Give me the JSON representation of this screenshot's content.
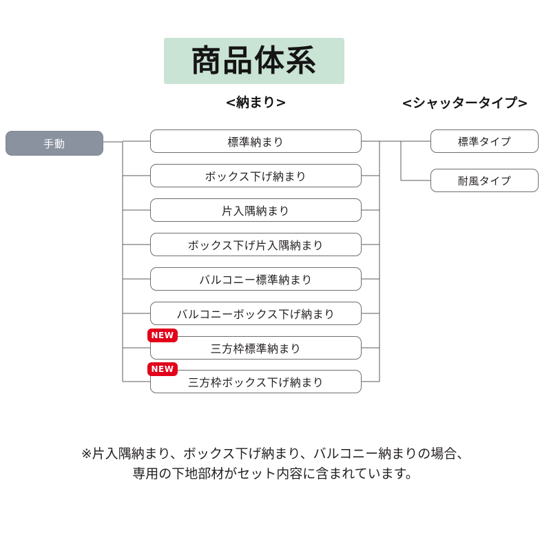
{
  "title": {
    "text": "商品体系",
    "background_color": "#c9e3d4"
  },
  "headers": {
    "osamari": "<納まり>",
    "shutter": "<シャッタータイプ>"
  },
  "root": {
    "label": "手動",
    "background_color": "#8b929f",
    "text_color": "#ffffff"
  },
  "badge": {
    "label": "NEW",
    "color": "#e2001a"
  },
  "osamari_items": [
    {
      "label": "標準納まり",
      "is_new": false
    },
    {
      "label": "ボックス下げ納まり",
      "is_new": false
    },
    {
      "label": "片入隅納まり",
      "is_new": false
    },
    {
      "label": "ボックス下げ片入隅納まり",
      "is_new": false
    },
    {
      "label": "バルコニー標準納まり",
      "is_new": false
    },
    {
      "label": "バルコニーボックス下げ納まり",
      "is_new": false
    },
    {
      "label": "三方枠標準納まり",
      "is_new": true
    },
    {
      "label": "三方枠ボックス下げ納まり",
      "is_new": true
    }
  ],
  "shutter_items": [
    {
      "label": "標準タイプ"
    },
    {
      "label": "耐風タイプ"
    }
  ],
  "footnote": {
    "line1": "※片入隅納まり、ボックス下げ納まり、バルコニー納まりの場合、",
    "line2": "専用の下地部材がセット内容に含まれています。"
  }
}
